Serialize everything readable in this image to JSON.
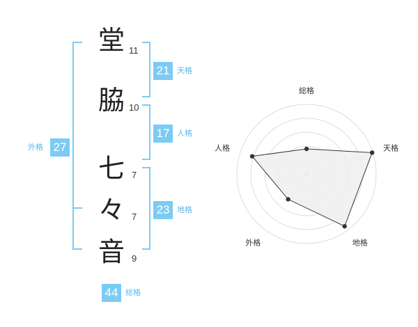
{
  "name_chars": [
    {
      "char": "堂",
      "strokes": "11"
    },
    {
      "char": "脇",
      "strokes": "10"
    },
    {
      "char": "七",
      "strokes": "7"
    },
    {
      "char": "々",
      "strokes": "7"
    },
    {
      "char": "音",
      "strokes": "9"
    }
  ],
  "fortunes": {
    "tenkaku": {
      "value": "21",
      "label": "天格"
    },
    "jinkaku": {
      "value": "17",
      "label": "人格"
    },
    "chikaku": {
      "value": "23",
      "label": "地格"
    },
    "gaikaku": {
      "value": "27",
      "label": "外格"
    },
    "soukaku": {
      "value": "44",
      "label": "総格"
    }
  },
  "colors": {
    "accent": "#7ccbf4",
    "accent_text": "#5bb7ec",
    "radar_fill": "#eeeeee",
    "ring": "#dddddd"
  },
  "chart_data": {
    "type": "radar",
    "axes": [
      "総格",
      "天格",
      "地格",
      "外格",
      "人格"
    ],
    "values": [
      0.36,
      0.99,
      0.93,
      0.45,
      0.82
    ],
    "ring_count": 5,
    "scale_max": 1
  }
}
